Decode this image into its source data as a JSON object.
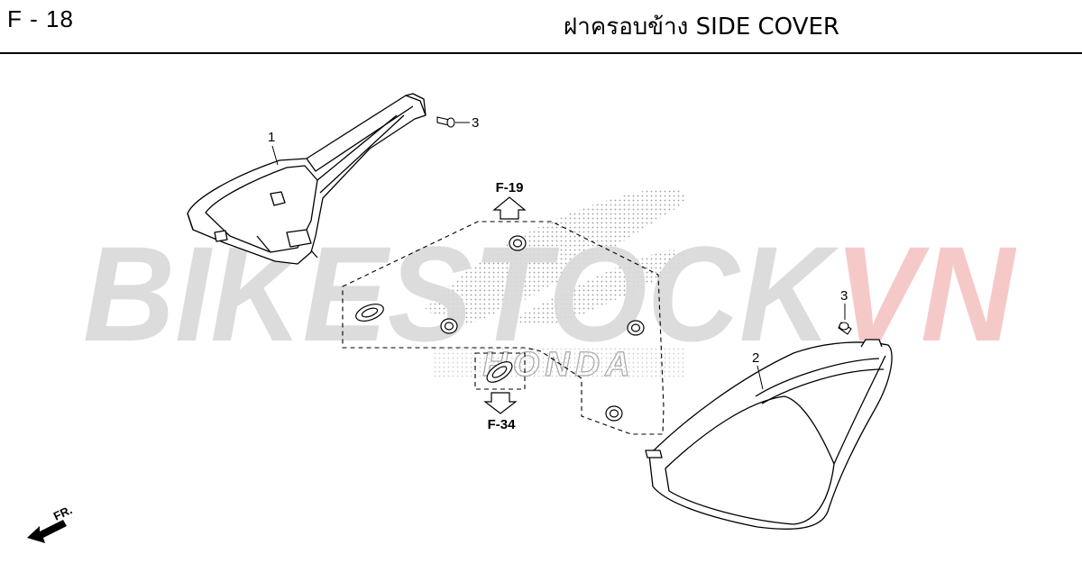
{
  "header": {
    "page_code": "F - 18",
    "title": "ฝาครอบข้าง  SIDE COVER"
  },
  "watermark": {
    "part1": "BIKESTOCK",
    "part2": "VN",
    "color1": "#d9d9d9",
    "color2": "#f6c4c4"
  },
  "background_logo": {
    "text": "HONDA"
  },
  "references": {
    "up": "F-19",
    "down": "F-34"
  },
  "callouts": {
    "part_1": "1",
    "part_2": "2",
    "part_3_left": "3",
    "part_3_right": "3"
  },
  "direction": {
    "label": "FR."
  },
  "colors": {
    "line": "#000000",
    "background": "#ffffff"
  }
}
